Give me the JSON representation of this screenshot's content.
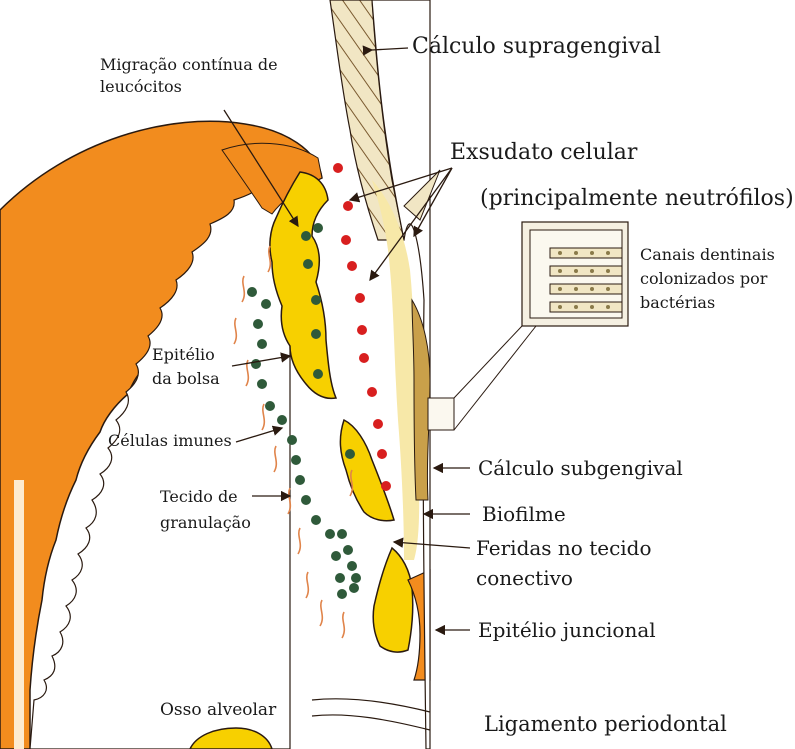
{
  "labels": {
    "migracao": [
      "Migração contínua de",
      "leucócitos"
    ],
    "calculo_supra": "Cálculo supragengival",
    "exsudato": "Exsudato celular",
    "neutrofilos": "(principalmente neutrófilos)",
    "canais": [
      "Canais dentinais",
      "colonizados por",
      "bactérias"
    ],
    "epitelio_bolsa": [
      "Epitélio",
      "da bolsa"
    ],
    "celulas_imunes": "Células imunes",
    "tecido_granulacao": [
      "Tecido de",
      "granulação"
    ],
    "calculo_sub": "Cálculo subgengival",
    "biofilme": "Biofilme",
    "feridas": [
      "Feridas no tecido",
      "conectivo"
    ],
    "epitelio_juncional": "Epitélio juncional",
    "osso_alveolar": "Osso alveolar",
    "ligamento": "Ligamento periodontal"
  },
  "colors": {
    "gingiva": "#f28c1e",
    "epithelium": "#f7d000",
    "epithelium_light": "#fbe74a",
    "neutrophil": "#d81f1f",
    "immune_cell": "#2f5a3a",
    "calculus": "#f1e6c4",
    "hatch": "#7a5a30",
    "fiber": "#e0844a",
    "outline": "#2a1a10"
  }
}
